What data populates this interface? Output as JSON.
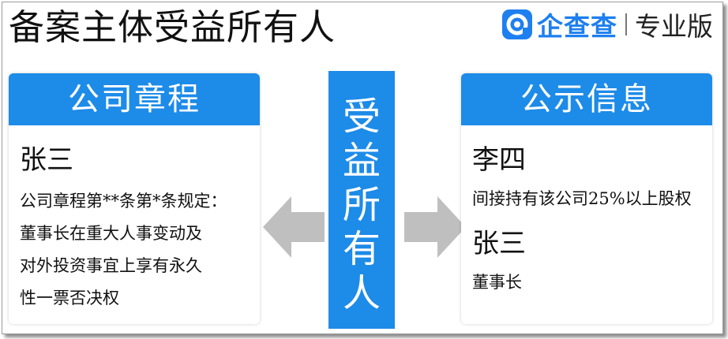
{
  "page": {
    "title": "备案主体受益所有人"
  },
  "brand": {
    "logo_icon": "qichacha-logo-icon",
    "name": "企查查",
    "tag": "专业版",
    "color": "#1e7ff0"
  },
  "left_panel": {
    "header": "公司章程",
    "person": "张三",
    "basis_lines": [
      "公司章程第**条第*条规定：",
      "董事长在重大人事变动及",
      "对外投资事宜上享有永久",
      "性一票否决权"
    ]
  },
  "center": {
    "label_chars": [
      "受",
      "益",
      "所",
      "有",
      "人"
    ]
  },
  "right_panel": {
    "header": "公示信息",
    "person1": "李四",
    "person1_basis": "间接持有该公司25%以上股权",
    "person2": "张三",
    "person2_basis": "董事长"
  },
  "colors": {
    "accent": "#1d8be8",
    "arrow": "#bfbfbf"
  }
}
